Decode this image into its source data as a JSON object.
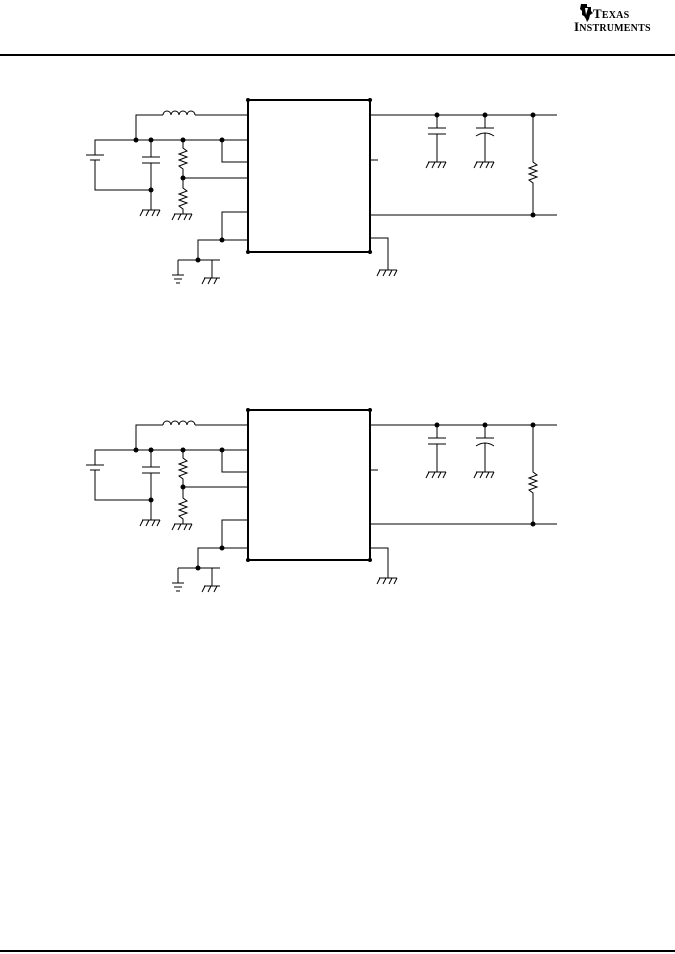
{
  "header": {
    "logo": {
      "icon": "texas-instruments-emblem-icon",
      "line1_big": "T",
      "line1_small": "EXAS",
      "line2_big": "I",
      "line2_small": "NSTRUMENTS"
    }
  },
  "diagrams": [
    {
      "id": "schematic-1",
      "icon": "circuit-schematic-icon"
    },
    {
      "id": "schematic-2",
      "icon": "circuit-schematic-icon"
    }
  ],
  "colors": {
    "ink": "#000000",
    "paper": "#ffffff"
  }
}
